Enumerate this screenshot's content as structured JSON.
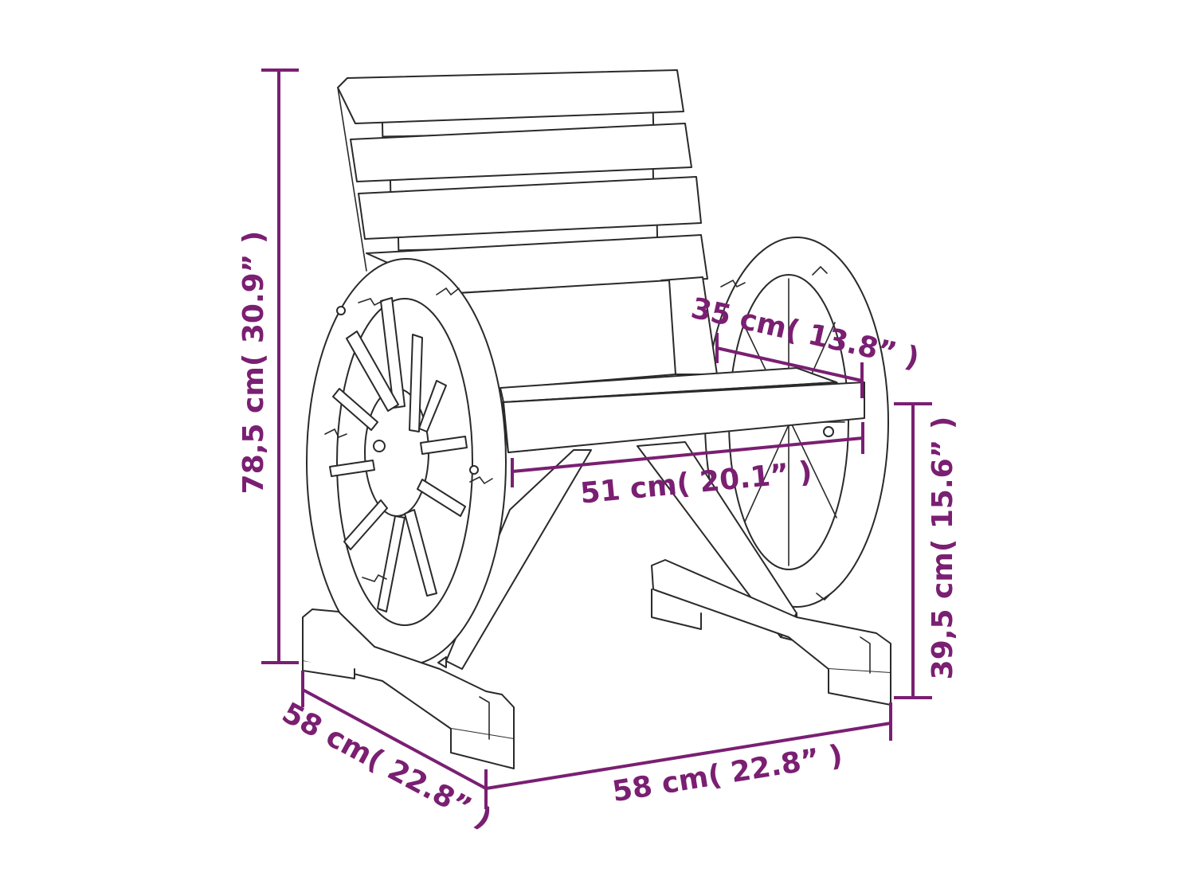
{
  "dimension_color": "#7a1f72",
  "line_color": "#2a2a2a",
  "dimensions": {
    "height": "78,5 cm( 30.9” )",
    "seat_height": "39,5 cm( 15.6” )",
    "seat_width": "51 cm( 20.1” )",
    "seat_depth": "35 cm( 13.8” )",
    "depth": "58 cm( 22.8” )",
    "width": "58 cm( 22.8” )"
  }
}
